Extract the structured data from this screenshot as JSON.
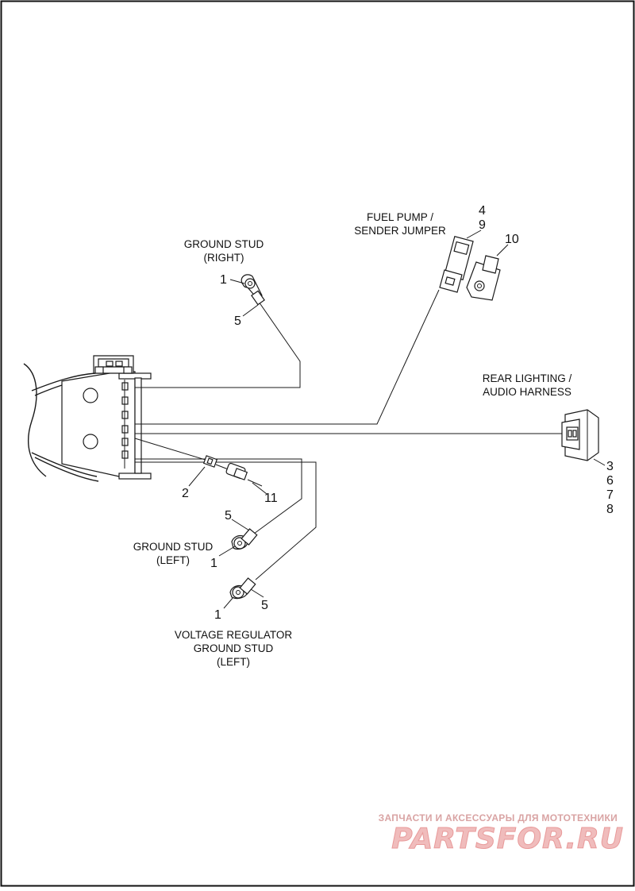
{
  "labels": {
    "ground_stud_right": [
      "GROUND STUD",
      "(RIGHT)"
    ],
    "fuel_pump": [
      "FUEL PUMP /",
      "SENDER JUMPER"
    ],
    "rear_lighting": [
      "REAR LIGHTING /",
      "AUDIO HARNESS"
    ],
    "ground_stud_left": [
      "GROUND STUD",
      "(LEFT)"
    ],
    "voltage_regulator": [
      "VOLTAGE REGULATOR",
      "GROUND STUD",
      "(LEFT)"
    ]
  },
  "callouts": {
    "gsr_ring": "1",
    "gsr_terminal": "5",
    "fuel_a": "4",
    "fuel_b": "9",
    "fuel_cap": "10",
    "rear_a": "3",
    "rear_b": "6",
    "rear_c": "7",
    "rear_d": "8",
    "inline_small": "2",
    "inline_fuse": "11",
    "gsl_terminal": "5",
    "gsl_ring": "1",
    "vr_ring": "1",
    "vr_terminal": "5"
  },
  "watermark": {
    "tagline": "ЗАПЧАСТИ И АКСЕССУАРЫ ДЛЯ МОТОТЕХНИКИ",
    "logo": "PARTSFOR.RU"
  }
}
